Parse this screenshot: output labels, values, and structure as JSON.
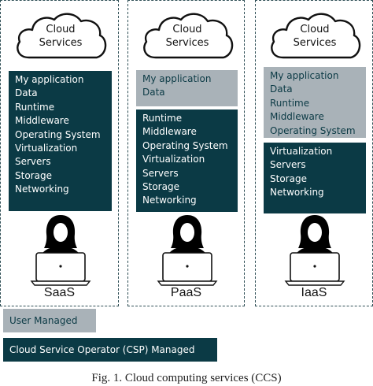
{
  "panels": [
    {
      "cloud_line1": "Cloud",
      "cloud_line2": "Services",
      "user_managed": [],
      "csp_managed": [
        "My application",
        "Data",
        "Runtime",
        "Middleware",
        "Operating System",
        "Virtualization",
        "Servers",
        "Storage",
        "Networking"
      ],
      "label": "SaaS"
    },
    {
      "cloud_line1": "Cloud",
      "cloud_line2": "Services",
      "user_managed": [
        "My application",
        "Data"
      ],
      "csp_managed": [
        "Runtime",
        "Middleware",
        "Operating System",
        "Virtualization",
        "Servers",
        "Storage",
        "Networking"
      ],
      "label": "PaaS"
    },
    {
      "cloud_line1": "Cloud",
      "cloud_line2": "Services",
      "user_managed": [
        "My application",
        "Data",
        "Runtime",
        "Middleware",
        "Operating System"
      ],
      "csp_managed": [
        "Virtualization",
        "Servers",
        "Storage",
        "Networking"
      ],
      "label": "IaaS"
    }
  ],
  "legend": {
    "user": "User Managed",
    "csp": "Cloud Service Operator (CSP) Managed"
  },
  "caption": "Fig. 1. Cloud computing services (CCS)",
  "colors": {
    "csp": "#0b3a45",
    "user": "#a9b2b8"
  }
}
